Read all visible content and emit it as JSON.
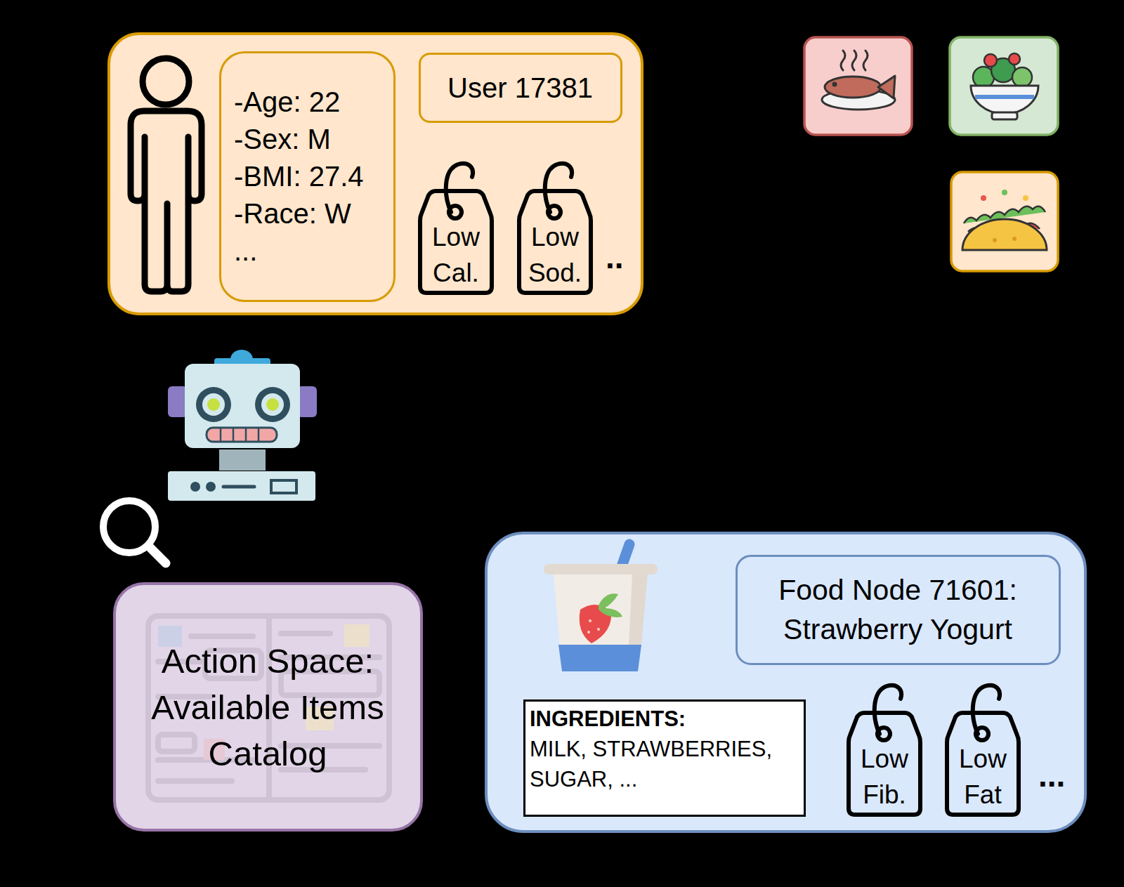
{
  "diagram": {
    "nodes": [
      {
        "text": []
      },
      {
        "text": [
          "-Age: 22",
          "-Sex: M",
          "-BMI: 27.4",
          "-Race: W",
          "..."
        ],
        "in": 0
      },
      {
        "text": [
          "User 17381"
        ],
        "in": 0
      },
      {
        "text": [
          "Low Cal."
        ],
        "in": 0
      },
      {
        "text": [
          "Low Sod."
        ],
        "in": 0
      },
      {
        "text": [
          "Action Space: Available Items Catalog"
        ]
      },
      {
        "text": []
      },
      {
        "text": [
          "Food Node 71601: Strawberry Yogurt"
        ],
        "in": 6
      },
      {
        "text": [
          "INGREDIENTS:",
          "MILK, STRAWBERRIES, SUGAR, ..."
        ],
        "in": 6
      },
      {
        "text": [
          "Low Fib."
        ],
        "in": 6
      },
      {
        "text": [
          "Low Fat"
        ],
        "in": 6
      }
    ],
    "labels": [
      "..",
      "..."
    ]
  }
}
